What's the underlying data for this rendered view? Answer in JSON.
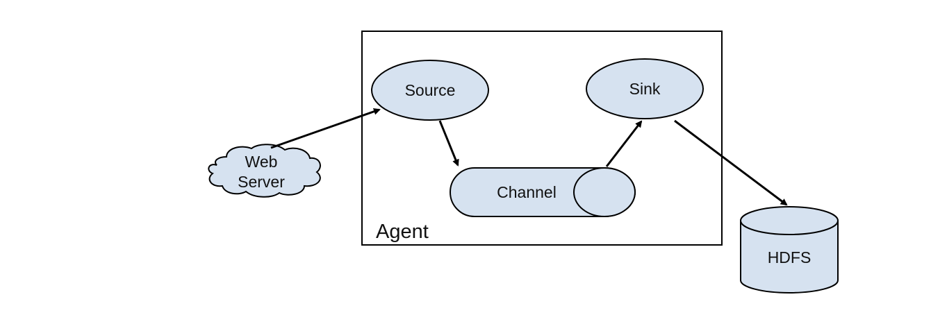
{
  "diagram": {
    "agent_label": "Agent",
    "nodes": {
      "web_server": {
        "line1": "Web",
        "line2": "Server"
      },
      "source": {
        "label": "Source"
      },
      "channel": {
        "label": "Channel"
      },
      "sink": {
        "label": "Sink"
      },
      "hdfs": {
        "label": "HDFS"
      }
    },
    "edges": [
      {
        "from": "Web Server",
        "to": "Source"
      },
      {
        "from": "Source",
        "to": "Channel"
      },
      {
        "from": "Channel",
        "to": "Sink"
      },
      {
        "from": "Sink",
        "to": "HDFS"
      }
    ],
    "colors": {
      "node_fill": "#d6e2f0",
      "stroke": "#000000",
      "text": "#111111",
      "background": "#ffffff"
    }
  }
}
